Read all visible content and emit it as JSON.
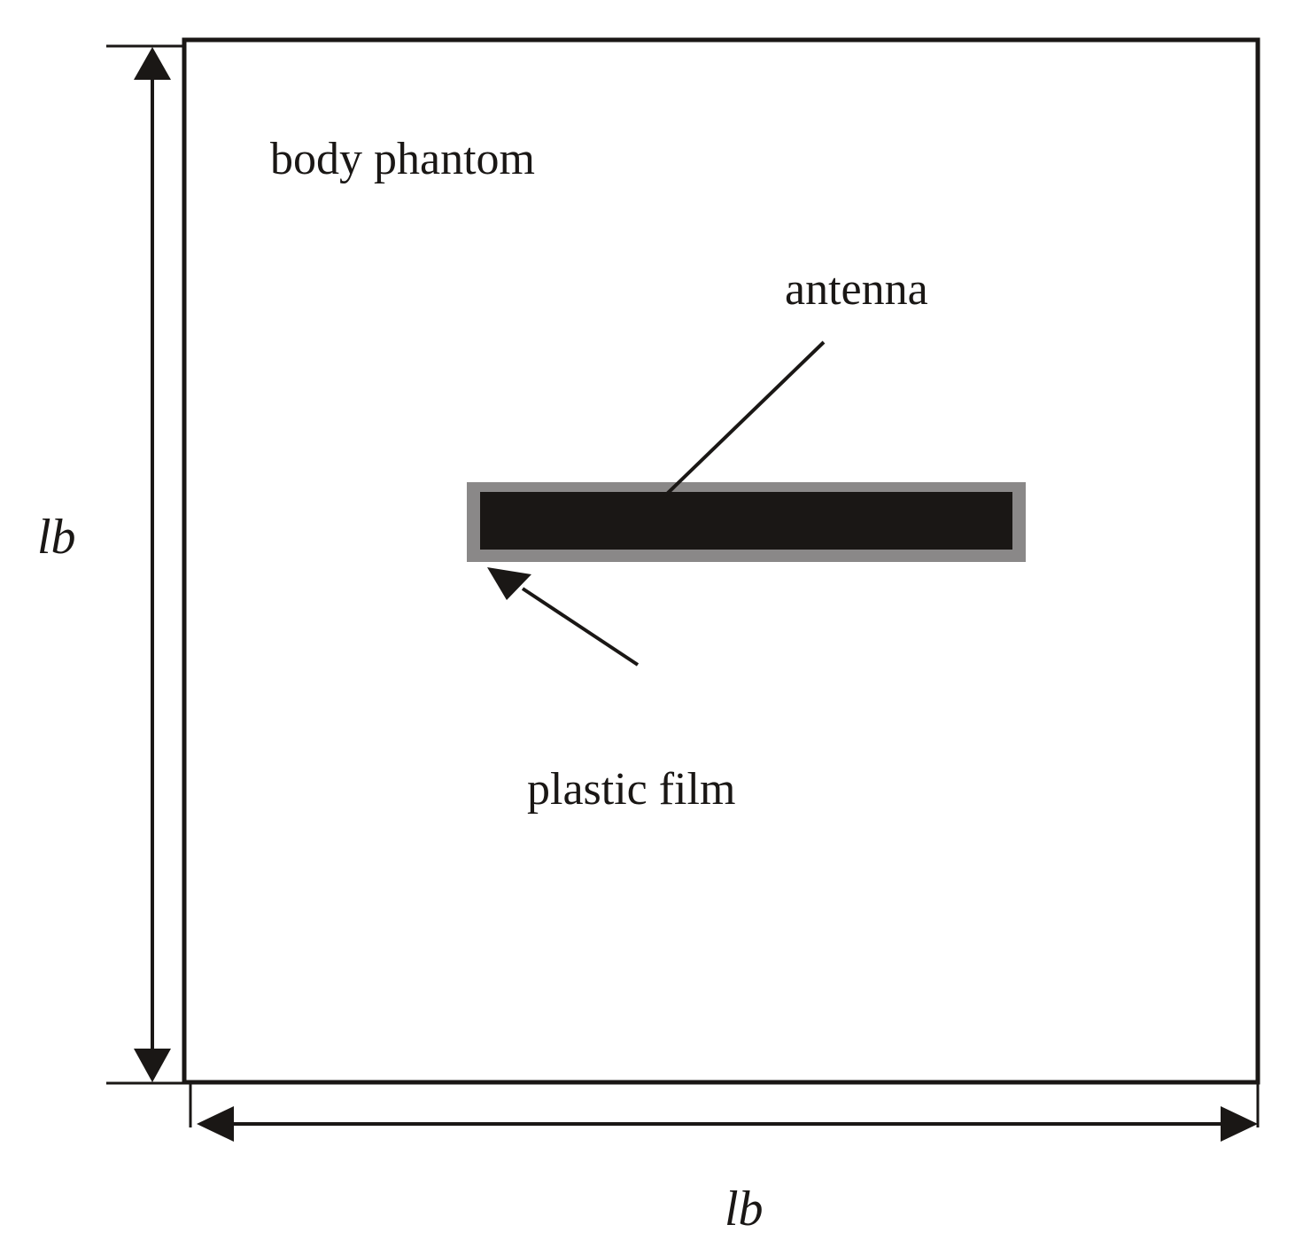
{
  "labels": {
    "body_phantom": "body phantom",
    "antenna": "antenna",
    "plastic_film": "plastic film",
    "height_dimension": "lb",
    "width_dimension": "lb"
  },
  "colors": {
    "stroke": "#1a1715",
    "antenna_fill": "#1a1715",
    "film_fill": "#8a8888",
    "background": "#ffffff"
  }
}
